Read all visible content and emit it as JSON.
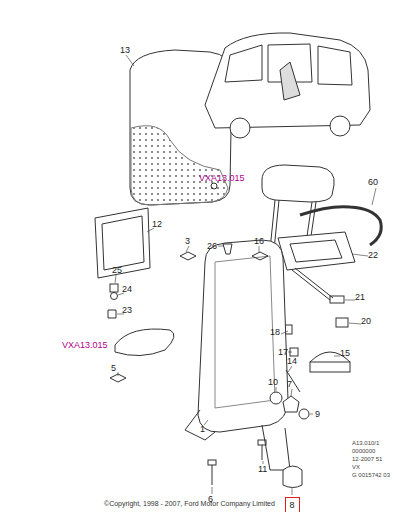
{
  "diagram": {
    "nodes": [
      {
        "text": [
          "8"
        ]
      }
    ],
    "labels": [
      "13",
      "VXA13.015",
      "60",
      "12",
      "3",
      "26",
      "16",
      "22",
      "25",
      "24",
      "23",
      "21",
      "20",
      "18",
      "17",
      "VXA13.015",
      "5",
      "14",
      "15",
      "10",
      "7",
      "9",
      "1",
      "11",
      "6",
      "A13.010/1",
      "0000000",
      "12-2007 51",
      "VX",
      "G 0015742 03",
      "©Copyright, 1998 - 2007, Ford Motor Company Limited"
    ]
  }
}
